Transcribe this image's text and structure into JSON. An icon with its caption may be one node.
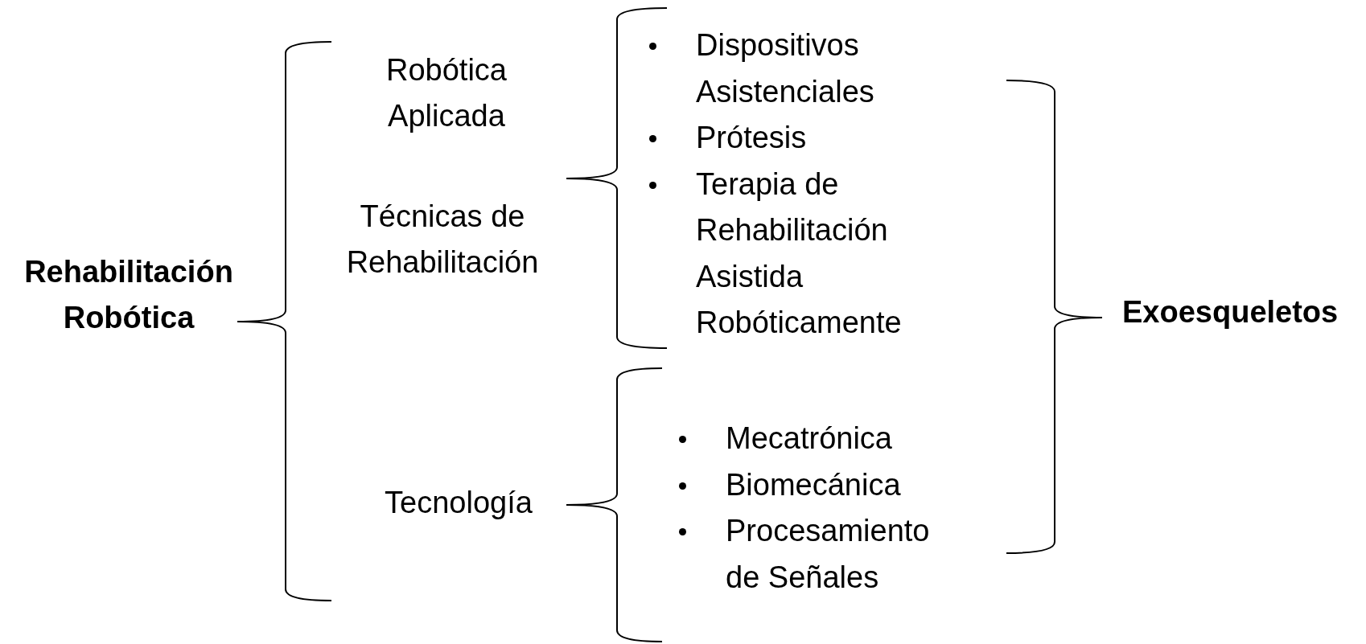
{
  "diagram": {
    "labels": [
      "Rehabilitación Robótica",
      "Robótica Aplicada",
      "Técnicas de Rehabilitación",
      "Tecnología",
      "Dispositivos Asistenciales",
      "Prótesis",
      "Terapia de Rehabilitación Asistida Robóticamente",
      "Mecatrónica",
      "Biomecánica",
      "Procesamiento de Señales",
      "Exoesqueletos"
    ]
  }
}
